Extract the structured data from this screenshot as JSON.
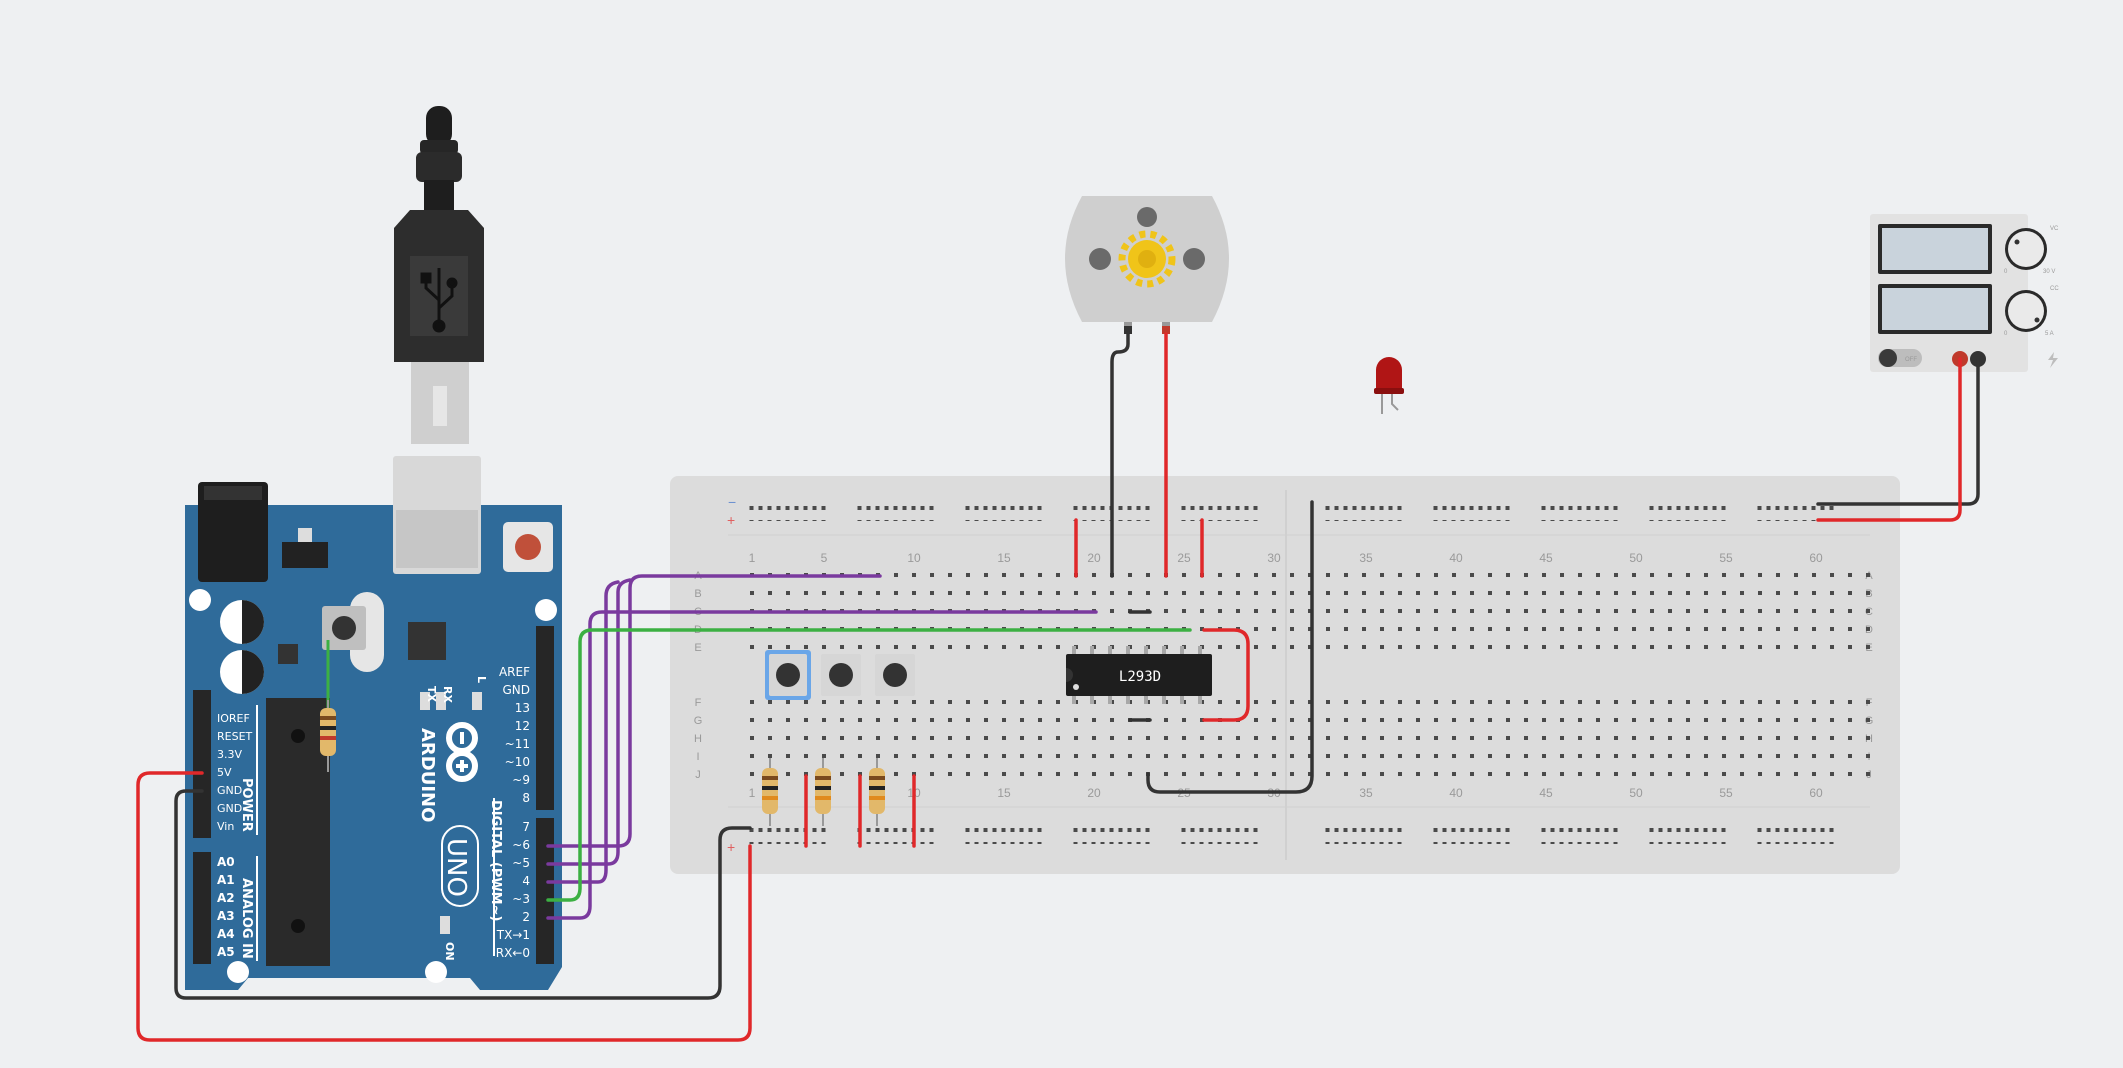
{
  "arduino": {
    "brand": "ARDUINO",
    "model": "UNO",
    "on_label": "ON",
    "tx_label": "TX",
    "rx_label": "RX",
    "l_label": "L",
    "power_pins": [
      "IOREF",
      "RESET",
      "3.3V",
      "5V",
      "GND",
      "GND",
      "Vin"
    ],
    "power_label": "POWER",
    "analog_pins": [
      "A0",
      "A1",
      "A2",
      "A3",
      "A4",
      "A5"
    ],
    "analog_label": "ANALOG IN",
    "digital_top": [
      "AREF",
      "GND",
      "13",
      "12",
      "~11",
      "~10",
      "~9",
      "8"
    ],
    "digital_bottom": [
      "7",
      "~6",
      "~5",
      "4",
      "~3",
      "2",
      "TX→1",
      "RX←0"
    ],
    "digital_label": "DIGITAL (PWM~)"
  },
  "chip": {
    "label": "L293D"
  },
  "breadboard": {
    "rows_top": [
      "A",
      "B",
      "C",
      "D",
      "E"
    ],
    "rows_bottom": [
      "F",
      "G",
      "H",
      "I",
      "J"
    ],
    "col_numbers": [
      "1",
      "5",
      "10",
      "15",
      "20",
      "25",
      "30",
      "35",
      "40",
      "45",
      "50",
      "55",
      "60"
    ],
    "rail_minus": "−",
    "rail_plus": "+"
  },
  "power_supply": {
    "switch_label": "OFF",
    "label_vc": "VC",
    "label_cc": "CC",
    "knob1_min": "0",
    "knob1_max": "30 V",
    "knob2_min": "0",
    "knob2_max": "5 A"
  },
  "colors": {
    "wire_red": "#e0282a",
    "wire_black": "#333333",
    "wire_purple": "#7a3a9e",
    "wire_green": "#3cb043",
    "board_blue": "#2f6b9a"
  }
}
